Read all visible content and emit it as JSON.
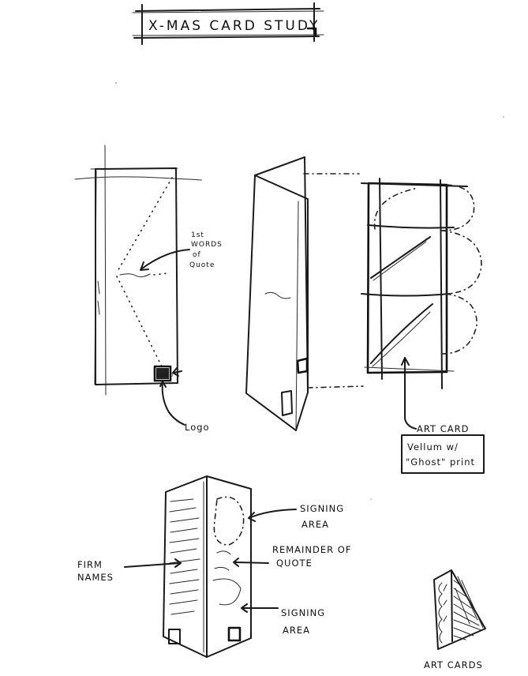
{
  "title": "X-MAS CARD STUDY",
  "labels": {
    "first_words_line1": "1st",
    "first_words_line2": "WORDS",
    "first_words_line3": "of",
    "first_words_line4": "Quote",
    "logo_mark": "LOGO",
    "logo": "Logo",
    "art_card": "ART CARD",
    "vellum_line1": "Vellum w/",
    "vellum_line2": "\"Ghost\" print",
    "signing_area_top_line1": "SIGNING",
    "signing_area_top_line2": "AREA",
    "remainder_line1": "REMAINDER OF",
    "remainder_line2": "QUOTE",
    "firm_names_line1": "FIRM",
    "firm_names_line2": "NAMES",
    "signing_area_bottom_line1": "SIGNING",
    "signing_area_bottom_line2": "AREA",
    "art_cards": "ART CARDS"
  }
}
